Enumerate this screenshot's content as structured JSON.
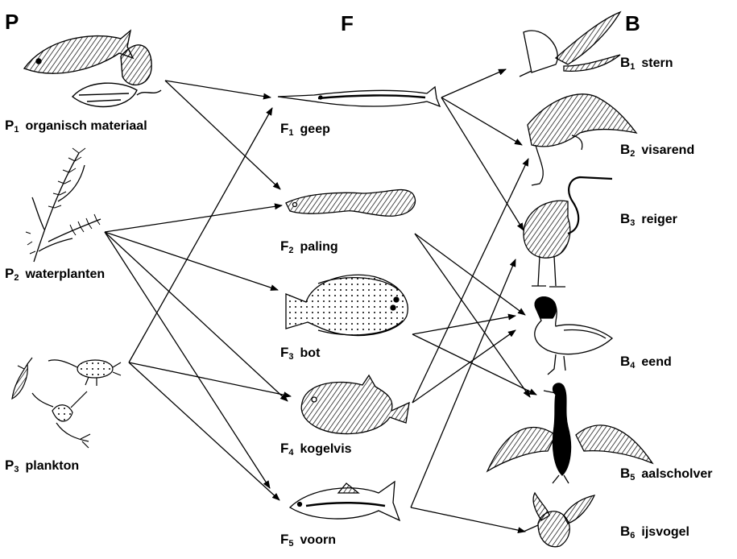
{
  "columns": {
    "producers": "P",
    "fish": "F",
    "birds": "B"
  },
  "producers": [
    {
      "code": "P",
      "sub": "1",
      "name": "organisch materiaal"
    },
    {
      "code": "P",
      "sub": "2",
      "name": "waterplanten"
    },
    {
      "code": "P",
      "sub": "3",
      "name": "plankton"
    }
  ],
  "fish": [
    {
      "code": "F",
      "sub": "1",
      "name": "geep"
    },
    {
      "code": "F",
      "sub": "2",
      "name": "paling"
    },
    {
      "code": "F",
      "sub": "3",
      "name": "bot"
    },
    {
      "code": "F",
      "sub": "4",
      "name": "kogelvis"
    },
    {
      "code": "F",
      "sub": "5",
      "name": "voorn"
    }
  ],
  "birds": [
    {
      "code": "B",
      "sub": "1",
      "name": "stern"
    },
    {
      "code": "B",
      "sub": "2",
      "name": "visarend"
    },
    {
      "code": "B",
      "sub": "3",
      "name": "reiger"
    },
    {
      "code": "B",
      "sub": "4",
      "name": "eend"
    },
    {
      "code": "B",
      "sub": "5",
      "name": "aalscholver"
    },
    {
      "code": "B",
      "sub": "6",
      "name": "ijsvogel"
    }
  ]
}
